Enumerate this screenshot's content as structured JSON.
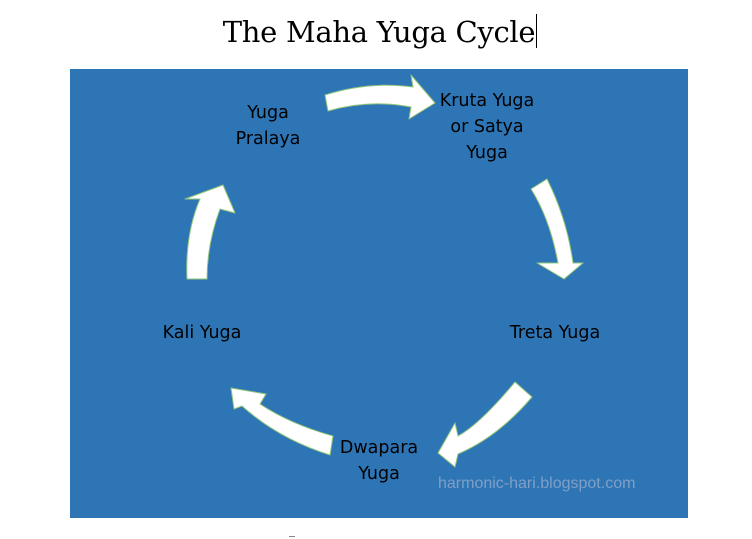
{
  "title": "The Maha Yuga Cycle",
  "colors": {
    "panel": "#2e75b6",
    "arrow_fill": "#ffffff",
    "arrow_stroke": "#93c77a",
    "text": "#000000",
    "watermark": "#7f9fc6"
  },
  "nodes": {
    "yuga_pralaya": [
      "Yuga",
      "Pralaya"
    ],
    "kruta_yuga": [
      "Kruta Yuga",
      "or Satya",
      "Yuga"
    ],
    "treta_yuga": [
      "Treta Yuga"
    ],
    "dwapara_yuga": [
      "Dwapara",
      "Yuga"
    ],
    "kali_yuga": [
      "Kali Yuga"
    ]
  },
  "watermark": "harmonic-hari.blogspot.com"
}
